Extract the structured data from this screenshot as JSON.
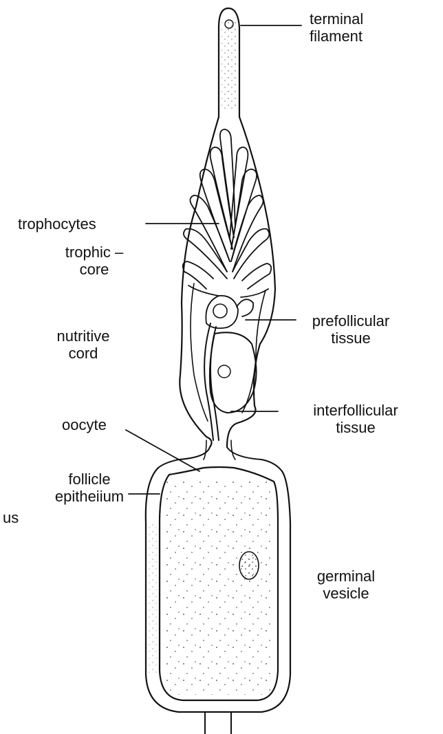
{
  "labels": {
    "terminal_filament": [
      "terminal",
      "filament"
    ],
    "trophocytes": [
      "trophocytes"
    ],
    "trophic_core": [
      "trophic –",
      "core"
    ],
    "nutritive_cord": [
      "nutritive",
      "cord"
    ],
    "prefollicular_tissue": [
      "prefollicular",
      "tissue"
    ],
    "oocyte": [
      "oocyte"
    ],
    "interfollicular_tissue": [
      "interfollicular",
      "tissue"
    ],
    "follicle_epithelium": [
      "follicle",
      "epitheiium"
    ],
    "germinal_vesicle": [
      "germinal",
      "vesicle"
    ],
    "fragment": [
      "us"
    ]
  }
}
